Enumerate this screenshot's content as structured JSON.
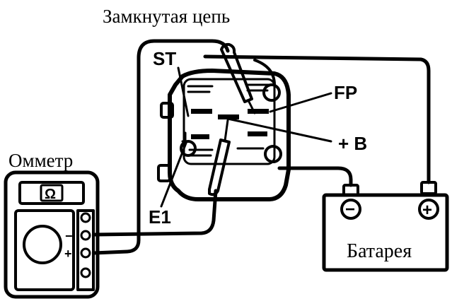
{
  "title": "Замкнутая цепь",
  "ohmmeter": {
    "label": "Омметр",
    "display_symbol": "Ω",
    "minus_symbol": "−",
    "plus_symbol": "+"
  },
  "relay": {
    "terminals": {
      "st": "ST",
      "fp": "FP",
      "b_plus": "+ B",
      "e1": "E1"
    }
  },
  "battery": {
    "label": "Батарея",
    "neg_symbol": "−",
    "pos_symbol": "+"
  }
}
